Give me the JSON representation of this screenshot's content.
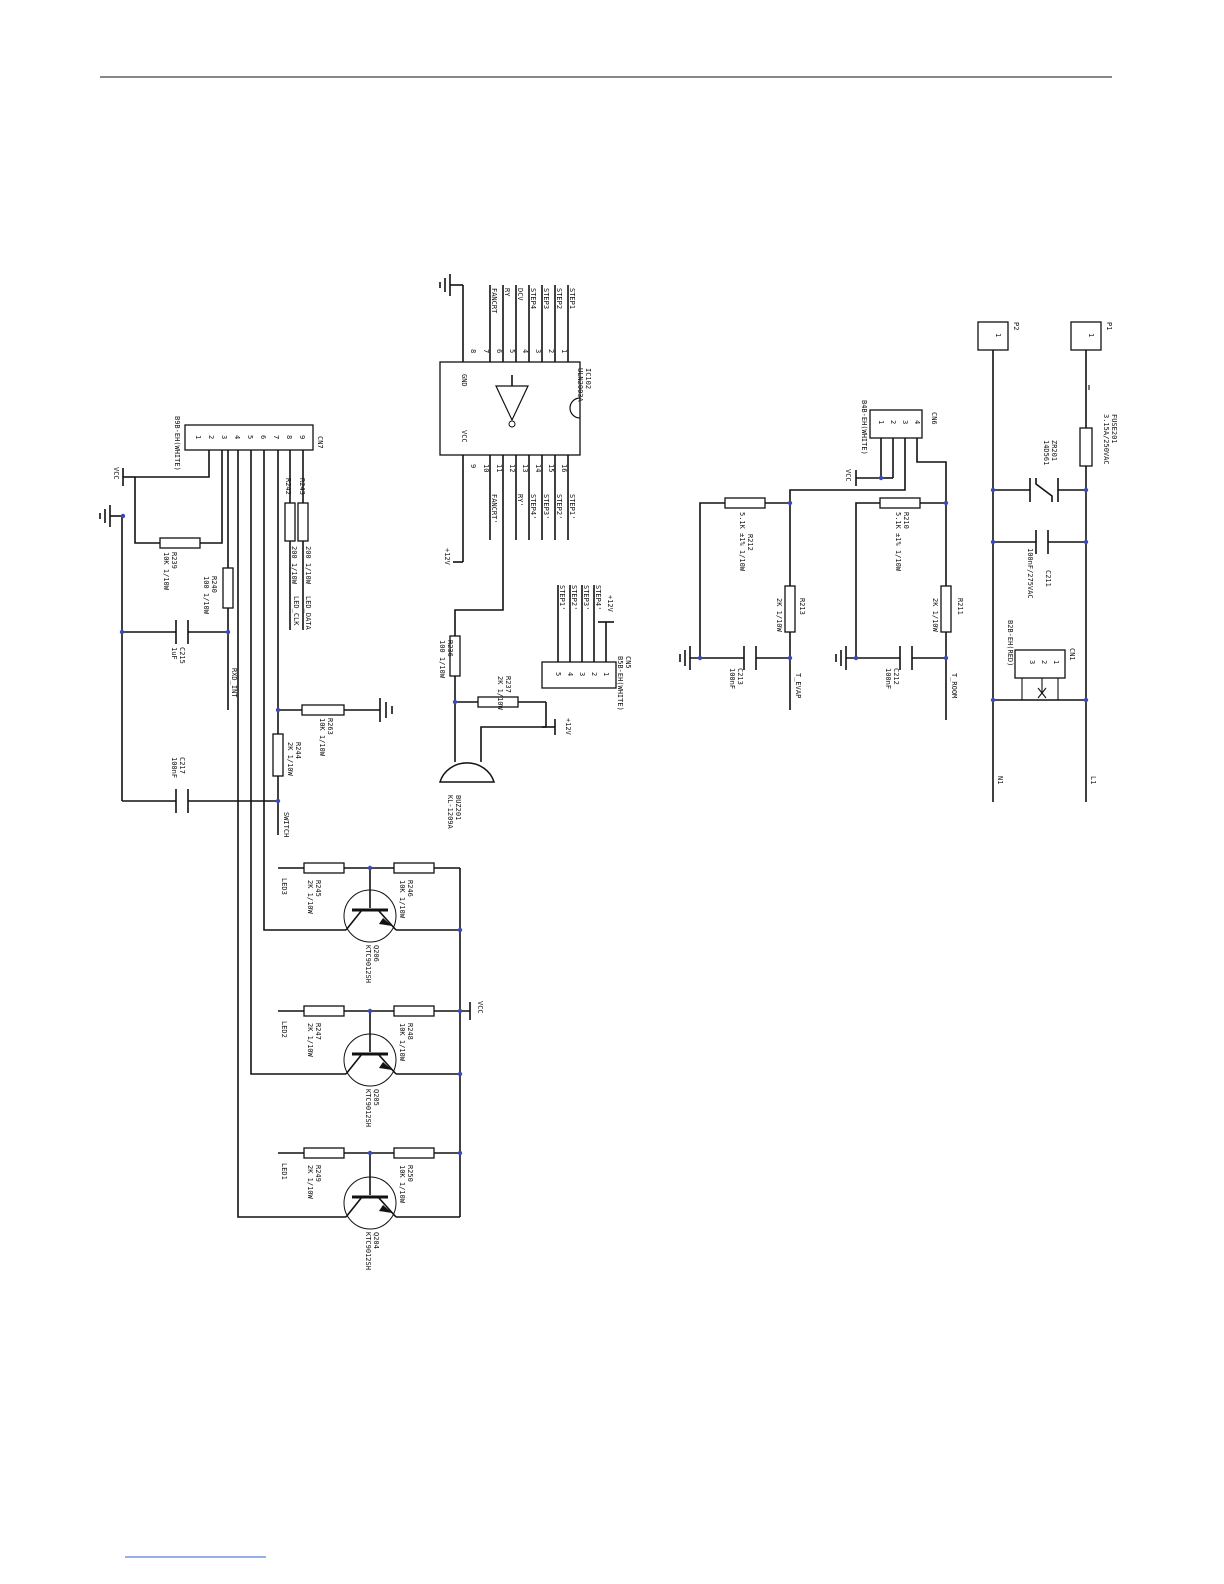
{
  "cn7": {
    "ref": "CN7",
    "part": "B9B-EH(WHITE)",
    "pins": [
      "1",
      "2",
      "3",
      "4",
      "5",
      "6",
      "7",
      "8",
      "9"
    ]
  },
  "ic": {
    "ref": "IC102",
    "part": "ULN2003A",
    "gnd": "GND",
    "vcc": "VCC",
    "top_pins": [
      "1",
      "2",
      "3",
      "4",
      "5",
      "6",
      "7",
      "8"
    ],
    "bottom_pins": [
      "16",
      "15",
      "14",
      "13",
      "12",
      "11",
      "10",
      "9"
    ],
    "top_nets": [
      "STEP1",
      "STEP2",
      "STEP3",
      "STEP4",
      "DCV",
      "RY",
      "FANCRT"
    ],
    "bottom_nets": [
      "STEP1'",
      "STEP2'",
      "STEP3'",
      "STEP4'",
      "RY'",
      "FANCRT'"
    ]
  },
  "cn5": {
    "ref": "CN5",
    "part": "B5B-EH(WHITE)",
    "pins": [
      "1",
      "2",
      "3",
      "4",
      "5"
    ],
    "nets": [
      "STEP1'",
      "STEP2'",
      "STEP3'",
      "STEP4'",
      "+12V"
    ]
  },
  "cn6": {
    "ref": "CN6",
    "part": "B4B-EH(WHITE)",
    "pins": [
      "4",
      "3",
      "2",
      "1"
    ]
  },
  "cn1": {
    "ref": "CN1",
    "part": "B2B-EH(RED)",
    "pins": [
      "1",
      "2",
      "3"
    ]
  },
  "p1": {
    "ref": "P1",
    "pin": "1"
  },
  "p2": {
    "ref": "P2",
    "pin": "1"
  },
  "components": {
    "r239": {
      "ref": "R239",
      "value": "10K 1/10W"
    },
    "r240": {
      "ref": "R240",
      "value": "100 1/10W"
    },
    "r242": {
      "ref": "R242",
      "value": "200 1/10W"
    },
    "r243": {
      "ref": "R243",
      "value": "200 1/10W"
    },
    "c215": {
      "ref": "C215",
      "value": "1uF"
    },
    "c217": {
      "ref": "C217",
      "value": "100nF"
    },
    "r263": {
      "ref": "R263",
      "value": "10K 1/10W"
    },
    "r244": {
      "ref": "R244",
      "value": "2K 1/10W"
    },
    "r245": {
      "ref": "R245",
      "value": "2K 1/10W"
    },
    "r246": {
      "ref": "R246",
      "value": "10K 1/10W"
    },
    "r247": {
      "ref": "R247",
      "value": "2K 1/10W"
    },
    "r248": {
      "ref": "R248",
      "value": "10K 1/10W"
    },
    "r249": {
      "ref": "R249",
      "value": "2K 1/10W"
    },
    "r250": {
      "ref": "R250",
      "value": "10K 1/10W"
    },
    "q206": {
      "ref": "Q206",
      "part": "KTC9012SH"
    },
    "q205": {
      "ref": "Q205",
      "part": "KTC9012SH"
    },
    "q204": {
      "ref": "Q204",
      "part": "KTC9012SH"
    },
    "r236": {
      "ref": "R236",
      "value": "100 1/10W"
    },
    "r237": {
      "ref": "R237",
      "value": "2K 1/10W"
    },
    "buz": {
      "ref": "BUZ201",
      "part": "KL-1209A"
    },
    "r212": {
      "ref": "R212",
      "value": "5.1K ±1% 1/10W"
    },
    "r213": {
      "ref": "R213",
      "value": "2K 1/10W"
    },
    "c213": {
      "ref": "C213",
      "value": "100nF"
    },
    "r210": {
      "ref": "R210",
      "value": "5.1K ±1% 1/10W"
    },
    "r211": {
      "ref": "R211",
      "value": "2K 1/10W"
    },
    "c212": {
      "ref": "C212",
      "value": "100nF"
    },
    "zr": {
      "ref": "ZR201",
      "value": "14D561"
    },
    "fuse": {
      "ref": "FUSE201",
      "value": "3.15A/250VAC"
    },
    "c211": {
      "ref": "C211",
      "value": "100nF/275VAC"
    }
  },
  "nets": {
    "vcc": "VCC",
    "p12v": "+12V",
    "rxd": "RXD_INT",
    "led_data": "LED_DATA",
    "led_clk": "LED_CLK",
    "switch": "SWITCH",
    "led3": "LED3",
    "led2": "LED2",
    "led1": "LED1",
    "t_evap": "T_EVAP",
    "t_room": "T_ROOM",
    "n1": "N1",
    "l1": "L1"
  }
}
